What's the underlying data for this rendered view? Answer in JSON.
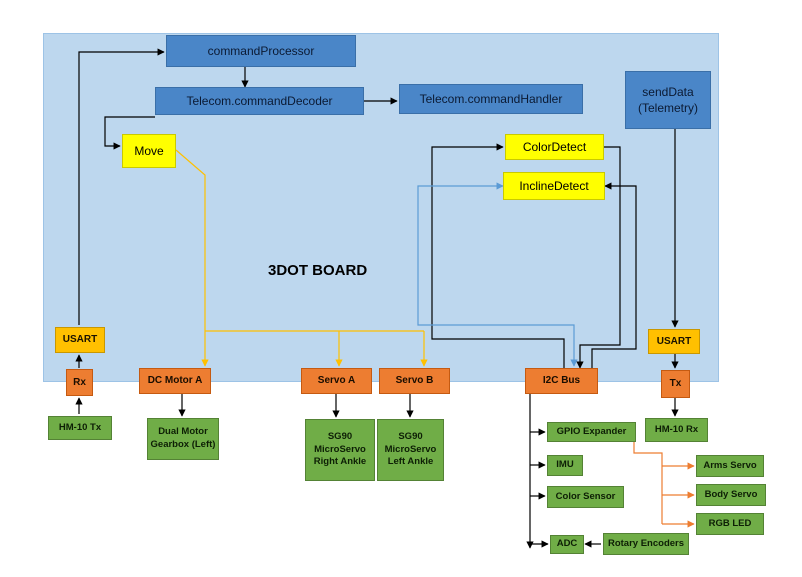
{
  "board_label": "3DOT BOARD",
  "nodes": {
    "command_processor": "commandProcessor",
    "command_decoder": "Telecom.commandDecoder",
    "command_handler": "Telecom.commandHandler",
    "send_data": "sendData\n(Telemetry)",
    "move": "Move",
    "color_detect": "ColorDetect",
    "incline_detect": "InclineDetect",
    "usart_left": "USART",
    "usart_right": "USART",
    "rx": "Rx",
    "tx": "Tx",
    "dc_motor_a": "DC Motor A",
    "servo_a": "Servo A",
    "servo_b": "Servo B",
    "i2c_bus": "I2C Bus",
    "hm10_tx": "HM-10 Tx",
    "hm10_rx": "HM-10 Rx",
    "dual_motor": "Dual Motor\nGearbox (Left)",
    "sg90_right": "SG90\nMicroServo\nRight Ankle",
    "sg90_left": "SG90\nMicroServo\nLeft Ankle",
    "gpio_expander": "GPIO Expander",
    "imu": "IMU",
    "color_sensor": "Color Sensor",
    "adc": "ADC",
    "rotary_encoders": "Rotary Encoders",
    "arms_servo": "Arms Servo",
    "body_servo": "Body Servo",
    "rgb_led": "RGB LED"
  },
  "colors": {
    "board": "#bdd7ee",
    "software_block": "#4a86c8",
    "detect_block": "#ffff00",
    "peripheral": "#ed7d31",
    "usart": "#ffc000",
    "hardware": "#70ad47",
    "wire_black": "#000000",
    "wire_move": "#ffc000",
    "wire_incline": "#5b9bd5",
    "wire_gpio": "#ed7d31"
  }
}
